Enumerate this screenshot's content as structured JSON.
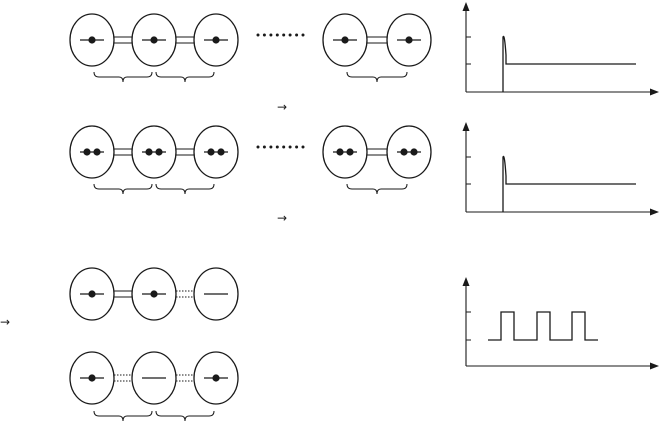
{
  "colors": {
    "ink": "#1a1a1a",
    "background": "#ffffff"
  },
  "arrow_glyph": "→",
  "rows": [
    {
      "id": "row-single",
      "cells": [
        {
          "dots": 1,
          "link_right": "double"
        },
        {
          "dots": 1,
          "link_right": "double"
        },
        {
          "dots": 1,
          "link_right": "ellipsis"
        },
        {
          "dots": 1,
          "link_right": "double"
        },
        {
          "dots": 1
        }
      ],
      "braces": [
        [
          0,
          1
        ],
        [
          1,
          2
        ],
        [
          3,
          4
        ]
      ],
      "trace": "spike-then-plateau"
    },
    {
      "id": "row-double",
      "cells": [
        {
          "dots": 2,
          "link_right": "double"
        },
        {
          "dots": 2,
          "link_right": "double"
        },
        {
          "dots": 2,
          "link_right": "ellipsis"
        },
        {
          "dots": 2,
          "link_right": "double"
        },
        {
          "dots": 2
        }
      ],
      "braces": [
        [
          0,
          1
        ],
        [
          1,
          2
        ],
        [
          3,
          4
        ]
      ],
      "trace": "spike-then-plateau"
    },
    {
      "id": "row-defect-a",
      "cells": [
        {
          "dots": 1,
          "link_right": "double"
        },
        {
          "dots": 1,
          "link_right": "dotted"
        },
        {
          "dots": 0
        }
      ],
      "braces": [],
      "trace": "square-pulses"
    },
    {
      "id": "row-defect-b",
      "cells": [
        {
          "dots": 1,
          "link_right": "dotted"
        },
        {
          "dots": 0,
          "link_right": "dotted"
        },
        {
          "dots": 1
        }
      ],
      "braces": [
        [
          0,
          1
        ],
        [
          1,
          2
        ]
      ],
      "trace": "none"
    }
  ]
}
